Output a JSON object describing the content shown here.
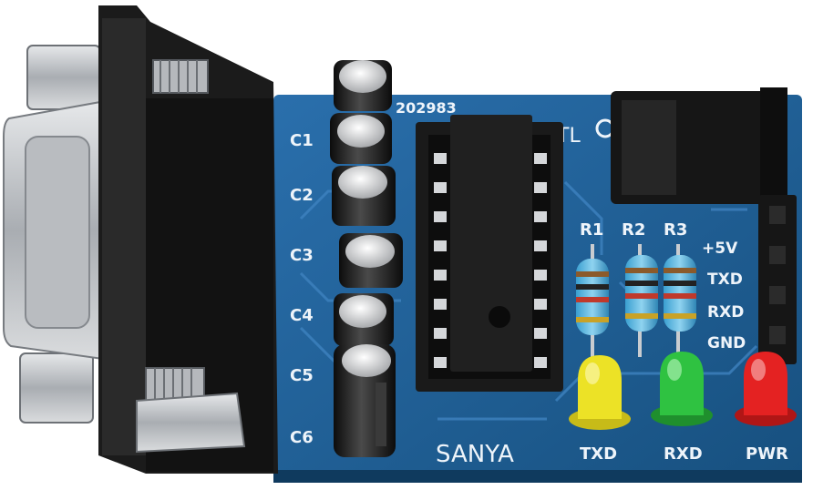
{
  "board": {
    "code": "202983",
    "model_partial": "TTL",
    "brand": "SANYA",
    "capacitors": [
      "C1",
      "C2",
      "C3",
      "C4",
      "C5",
      "C6"
    ],
    "resistors": [
      "R1",
      "R2",
      "R3"
    ],
    "pins": [
      "+5V",
      "TXD",
      "RXD",
      "GND"
    ],
    "leds": [
      {
        "label": "TXD",
        "color": "#e8dc25"
      },
      {
        "label": "RXD",
        "color": "#27b83a"
      },
      {
        "label": "PWR",
        "color": "#e02020"
      }
    ]
  },
  "colors": {
    "pcb": "#1f5f97",
    "connector": "#1b1b1b",
    "metal": "#c9ccd0"
  }
}
